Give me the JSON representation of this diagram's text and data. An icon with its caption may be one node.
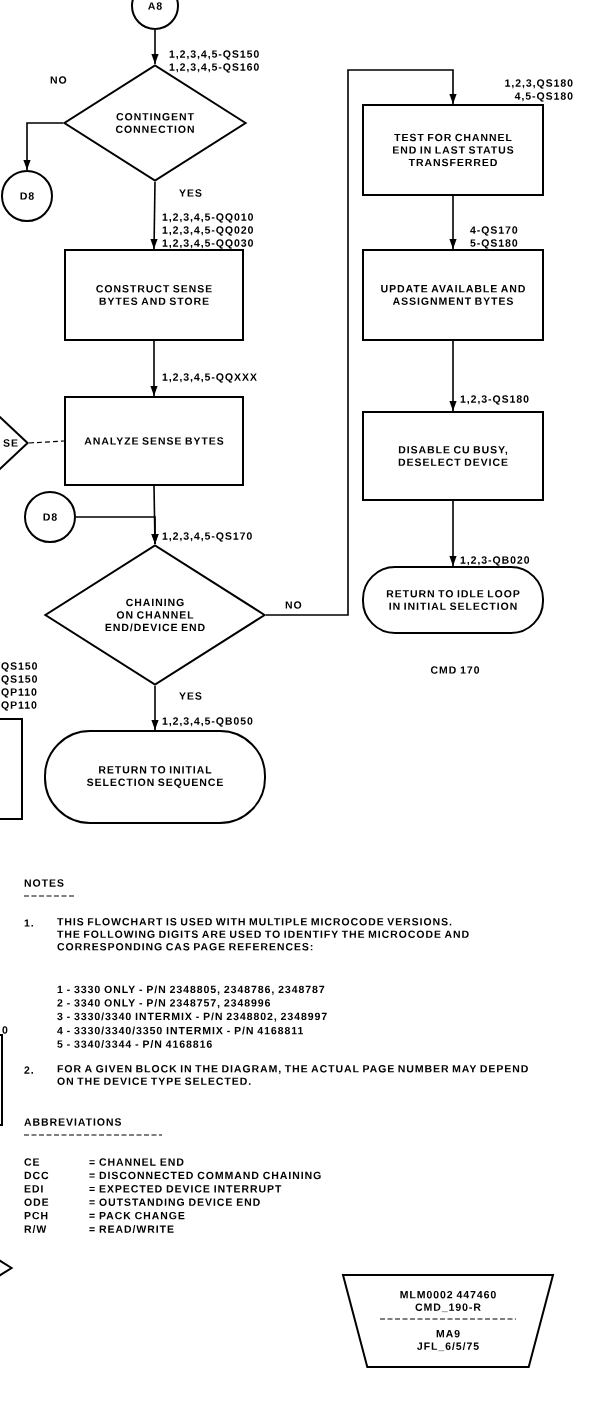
{
  "diagram": {
    "nodes": [
      {
        "text": [
          "A8"
        ]
      },
      {
        "text": [
          "CONTINGENT CONNECTION"
        ]
      },
      {
        "text": [
          "D8"
        ]
      },
      {
        "text": [
          "CONSTRUCT SENSE BYTES AND STORE"
        ]
      },
      {
        "text": [
          "SE"
        ]
      },
      {
        "text": [
          "ANALYZE SENSE BYTES"
        ]
      },
      {
        "text": [
          "D8"
        ]
      },
      {
        "text": [
          "CHAINING ON CHANNEL END/DEVICE END"
        ]
      },
      {
        "text": [
          "RETURN TO INITIAL SELECTION SEQUENCE"
        ]
      },
      {
        "text": [
          "TEST FOR CHANNEL END IN LAST STATUS TRANSFERRED"
        ]
      },
      {
        "text": [
          "UPDATE AVAILABLE AND ASSIGNMENT BYTES"
        ]
      },
      {
        "text": [
          "DISABLE CU BUSY, DESELECT DEVICE"
        ]
      },
      {
        "text": [
          "RETURN TO IDLE LOOP IN INITIAL SELECTION"
        ]
      },
      {
        "text": [],
        "shape": "box"
      },
      {
        "text": [],
        "shape": "box"
      },
      {
        "text": [],
        "shape": "diamond"
      },
      {
        "text": [
          "MLM0002 447460",
          "CMD_190-R",
          "MA9",
          "JFL_6/5/75"
        ]
      }
    ],
    "edges": [
      {
        "from": 0,
        "to": 1,
        "arrow": "to"
      },
      {
        "from": 1,
        "to": 2,
        "arrow": "to",
        "label": "NO"
      },
      {
        "from": 1,
        "to": 3,
        "arrow": "to",
        "label": "YES"
      },
      {
        "from": 3,
        "to": 5,
        "arrow": "to"
      },
      {
        "from": 4,
        "to": 5,
        "arrow": "none",
        "style": "dashed"
      },
      {
        "from": 5,
        "to": 7,
        "arrow": "to"
      },
      {
        "from": 6,
        "to": 7,
        "arrow": "to"
      },
      {
        "from": 7,
        "to": 8,
        "arrow": "to",
        "label": "YES"
      },
      {
        "from": 7,
        "to": 9,
        "arrow": "to",
        "label": "NO"
      },
      {
        "from": 9,
        "to": 10,
        "arrow": "to"
      },
      {
        "from": 10,
        "to": 11,
        "arrow": "to"
      },
      {
        "from": 11,
        "to": 12,
        "arrow": "to"
      }
    ],
    "labels": [
      "1,2,3,4,5-QS150",
      "1,2,3,4,5-QS160",
      "1,2,3,QS180",
      "4,5-QS180",
      "1,2,3,4,5-QQ010",
      "1,2,3,4,5-QQ020",
      "1,2,3,4,5-QQ030",
      "4-QS170",
      "5-QS180",
      "1,2,3,4,5-QQXXX",
      "1,2,3-QS180",
      "1,2,3,4,5-QS170",
      "1,2,3-QB020",
      "CMD 170",
      "1,2,3,4,5-QB050",
      "QS150",
      "QS150",
      "QP110",
      "QP110",
      "0",
      "NOTES",
      "1.",
      "THIS FLOWCHART IS USED WITH MULTIPLE MICROCODE VERSIONS. THE FOLLOWING DIGITS ARE USED TO IDENTIFY THE MICROCODE AND CORRESPONDING CAS PAGE REFERENCES:",
      "1 - 3330 ONLY - P/N 2348805, 2348786, 2348787",
      "2 - 3340 ONLY - P/N 2348757, 2348996",
      "3 - 3330/3340 INTERMIX - P/N 2348802, 2348997",
      "4 - 3330/3340/3350 INTERMIX - P/N 4168811",
      "5 - 3340/3344 - P/N 4168816",
      "2.",
      "FOR A GIVEN BLOCK IN THE DIAGRAM, THE ACTUAL PAGE NUMBER MAY DEPEND ON THE DEVICE TYPE SELECTED.",
      "ABBREVIATIONS",
      "CE",
      "= CHANNEL END",
      "DCC",
      "= DISCONNECTED COMMAND CHAINING",
      "EDI",
      "= EXPECTED DEVICE INTERRUPT",
      "ODE",
      "= OUTSTANDING DEVICE END",
      "PCH",
      "= PACK CHANGE",
      "R/W",
      "= READ/WRITE"
    ]
  }
}
